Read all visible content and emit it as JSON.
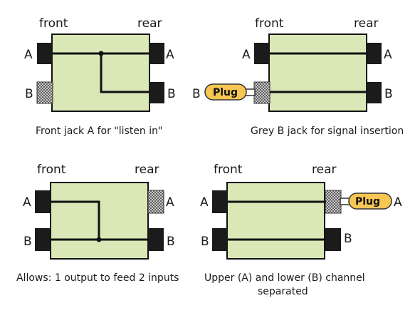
{
  "colors": {
    "box": "#d9e8b6",
    "jack": "#1b1b1b",
    "grey_jack": "hatched-grey",
    "plug": "#f7c653"
  },
  "panels": [
    {
      "front": "front",
      "rear": "rear",
      "front_a": "A",
      "front_b": "B",
      "rear_a": "A",
      "rear_b": "B",
      "caption": "Front jack A for \"listen in\""
    },
    {
      "front": "front",
      "rear": "rear",
      "front_a": "A",
      "front_b": "B",
      "rear_a": "A",
      "rear_b": "B",
      "plug": "Plug",
      "caption": "Grey B jack for signal insertion"
    },
    {
      "front": "front",
      "rear": "rear",
      "front_a": "A",
      "front_b": "B",
      "rear_a": "A",
      "rear_b": "B",
      "caption": "Allows: 1 output to feed 2 inputs"
    },
    {
      "front": "front",
      "rear": "rear",
      "front_a": "A",
      "front_b": "B",
      "rear_a": "A",
      "rear_b": "B",
      "plug": "Plug",
      "caption_line1": "Upper (A) and lower (B) channel",
      "caption_line2": "separated"
    }
  ]
}
